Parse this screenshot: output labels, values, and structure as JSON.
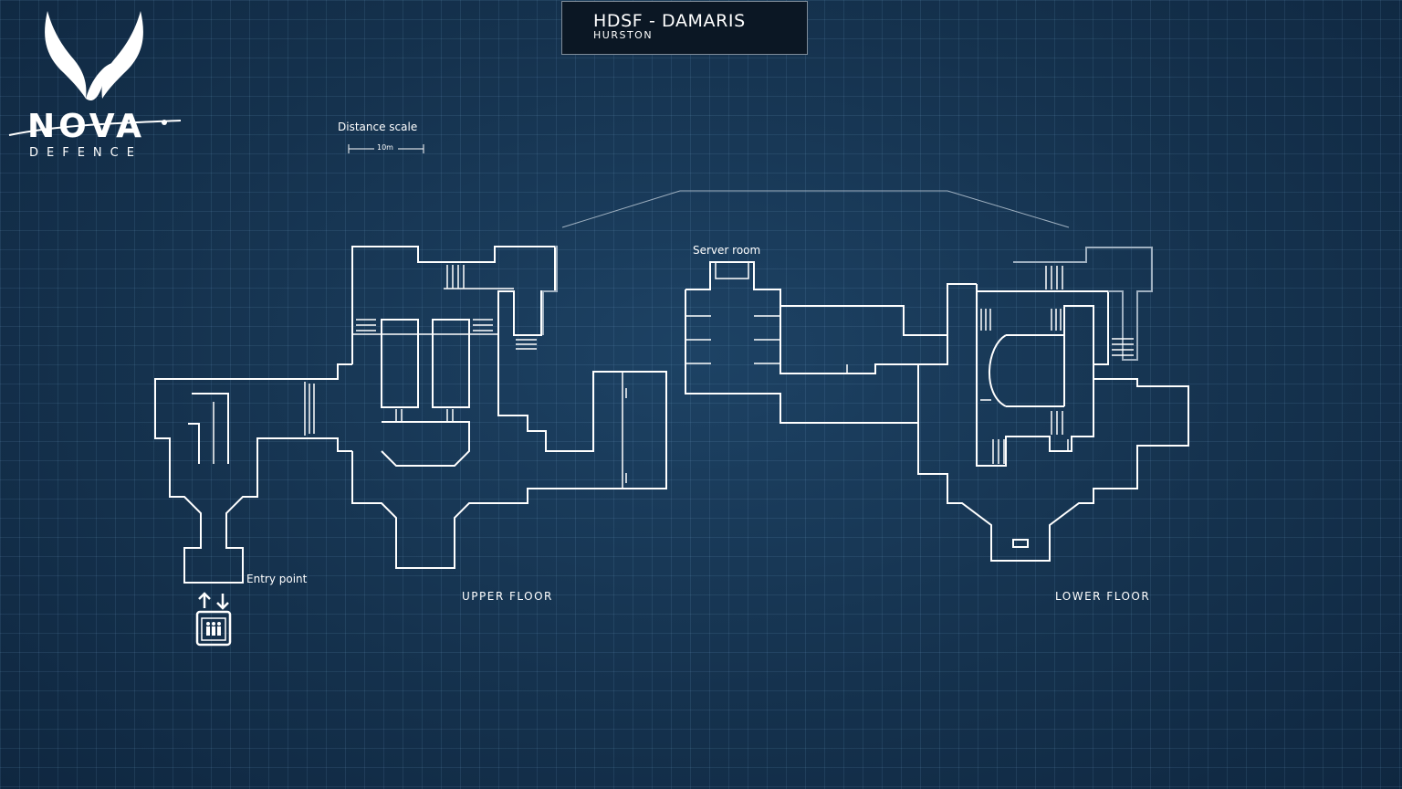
{
  "header": {
    "title": "HDSF - DAMARIS",
    "subtitle": "HURSTON"
  },
  "logo": {
    "name": "NOVA",
    "tagline": "DEFENCE",
    "icon": "eagle-wings-icon"
  },
  "scale": {
    "label": "Distance scale",
    "value": "10m"
  },
  "labels": {
    "server_room": "Server room",
    "entry_point": "Entry point"
  },
  "floors": {
    "upper": "UPPER FLOOR",
    "lower": "LOWER FLOOR"
  },
  "elevator": {
    "icon": "elevator-icon"
  },
  "colors": {
    "background": "#163450",
    "line": "#ffffff",
    "title_bg": "#0b1724"
  }
}
